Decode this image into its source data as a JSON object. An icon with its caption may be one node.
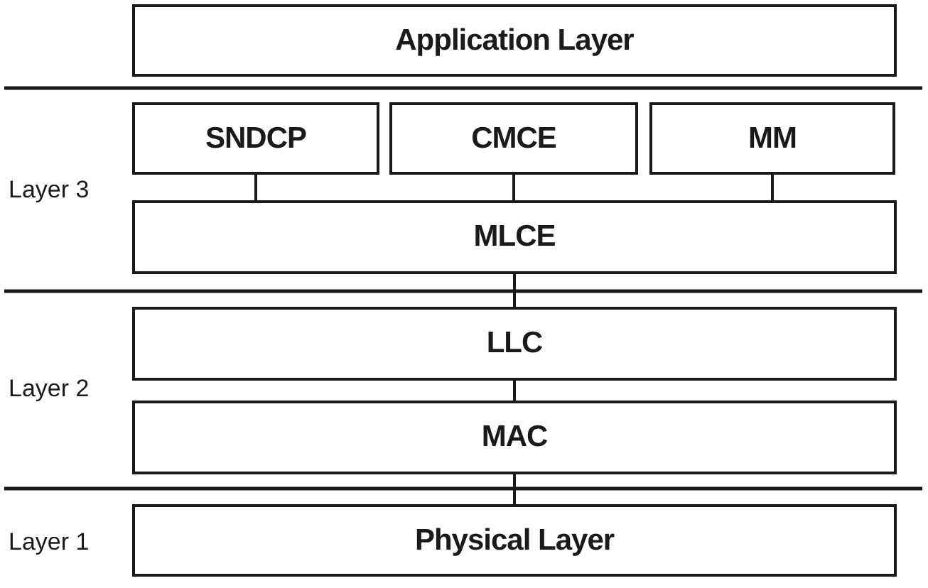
{
  "diagram": {
    "nodes": [
      {
        "text": [
          "Application Layer"
        ]
      },
      {
        "text": [
          "SNDCP"
        ]
      },
      {
        "text": [
          "CMCE"
        ]
      },
      {
        "text": [
          "MM"
        ]
      },
      {
        "text": [
          "MLCE"
        ]
      },
      {
        "text": [
          "LLC"
        ]
      },
      {
        "text": [
          "MAC"
        ]
      },
      {
        "text": [
          "Physical Layer"
        ]
      }
    ],
    "edges": [
      {
        "from": 1,
        "to": 4,
        "arrow": "none"
      },
      {
        "from": 2,
        "to": 4,
        "arrow": "none"
      },
      {
        "from": 3,
        "to": 4,
        "arrow": "none"
      },
      {
        "from": 4,
        "to": 5,
        "arrow": "none"
      },
      {
        "from": 5,
        "to": 6,
        "arrow": "none"
      },
      {
        "from": 6,
        "to": 7,
        "arrow": "none"
      }
    ],
    "labels": [
      "Layer 3",
      "Layer 2",
      "Layer 1"
    ]
  }
}
